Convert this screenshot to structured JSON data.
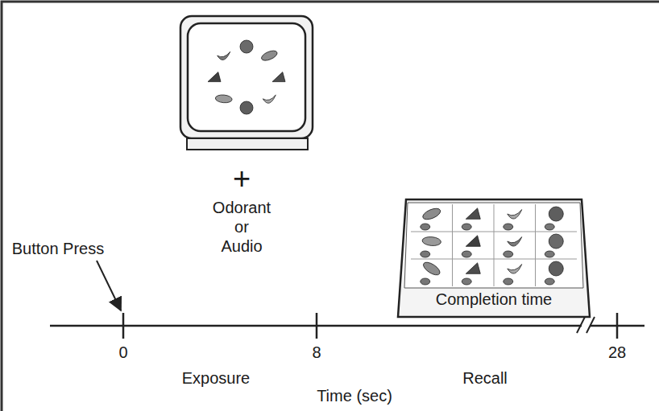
{
  "diagram": {
    "nodes": [
      {
        "text": [
          "Completion time"
        ]
      }
    ],
    "labels": [
      "Button Press",
      "+",
      "Odorant or Audio",
      "0",
      "8",
      "28",
      "Exposure",
      "Recall",
      "Time (sec)"
    ]
  }
}
